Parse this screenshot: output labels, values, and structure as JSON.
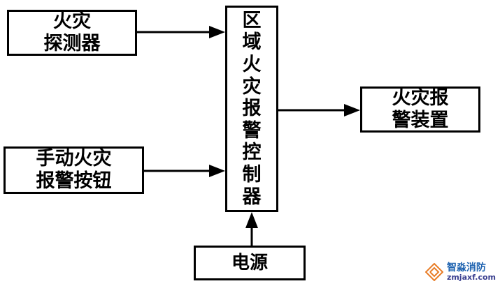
{
  "diagram": {
    "boxes": {
      "detector": {
        "label": "火灾\n探测器"
      },
      "manual": {
        "label": "手动火灾\n报警按钮"
      },
      "controller": {
        "label": "区域火灾报警控制器"
      },
      "alarm": {
        "label": "火灾报\n警装置"
      },
      "power": {
        "label": "电源"
      }
    },
    "connections": [
      {
        "from": "detector",
        "to": "controller"
      },
      {
        "from": "manual",
        "to": "controller"
      },
      {
        "from": "controller",
        "to": "alarm"
      },
      {
        "from": "power",
        "to": "controller"
      }
    ],
    "line_color": "#000000"
  },
  "watermark": {
    "brand": "智淼消防",
    "url": "zmjaxf.com",
    "logo_color": "#e87c26",
    "brand_color": "#1d62b0",
    "url_color": "#3a3f8f"
  }
}
